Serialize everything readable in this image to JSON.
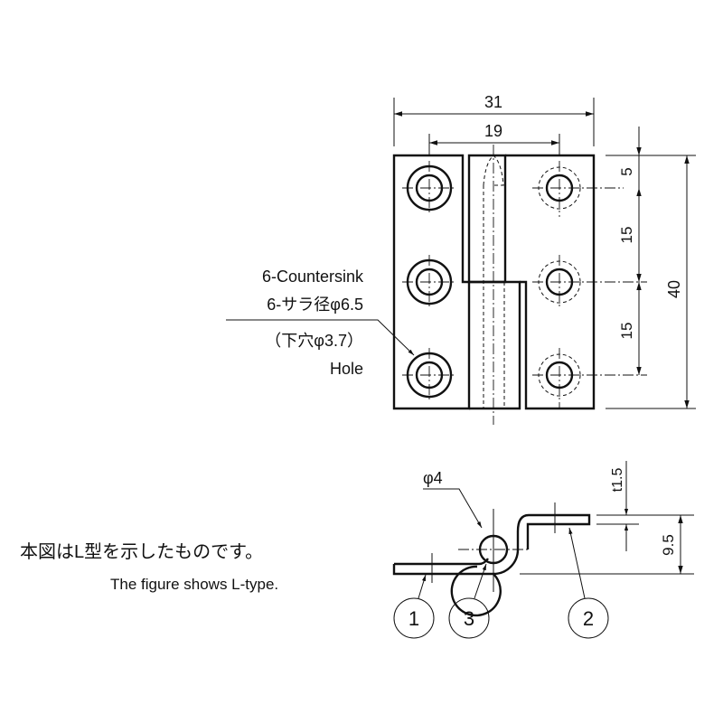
{
  "top_view": {
    "dim_width_total": "31",
    "dim_hole_pitch_horizontal": "19",
    "dim_top_offset": "5",
    "dim_pitch_upper": "15",
    "dim_pitch_lower": "15",
    "dim_height_total": "40"
  },
  "hole_callout": {
    "line1": "6-Countersink",
    "line2": "6-サラ径φ6.5",
    "line3": "（下穴φ3.7）",
    "line4": "Hole"
  },
  "side_view": {
    "dim_pin_diameter": "φ4",
    "dim_thickness": "t1.5",
    "dim_height": "9.5",
    "balloons": [
      "1",
      "3",
      "2"
    ]
  },
  "note": {
    "japanese": "本図はL型を示したものです。",
    "english": "The figure shows L-type."
  }
}
